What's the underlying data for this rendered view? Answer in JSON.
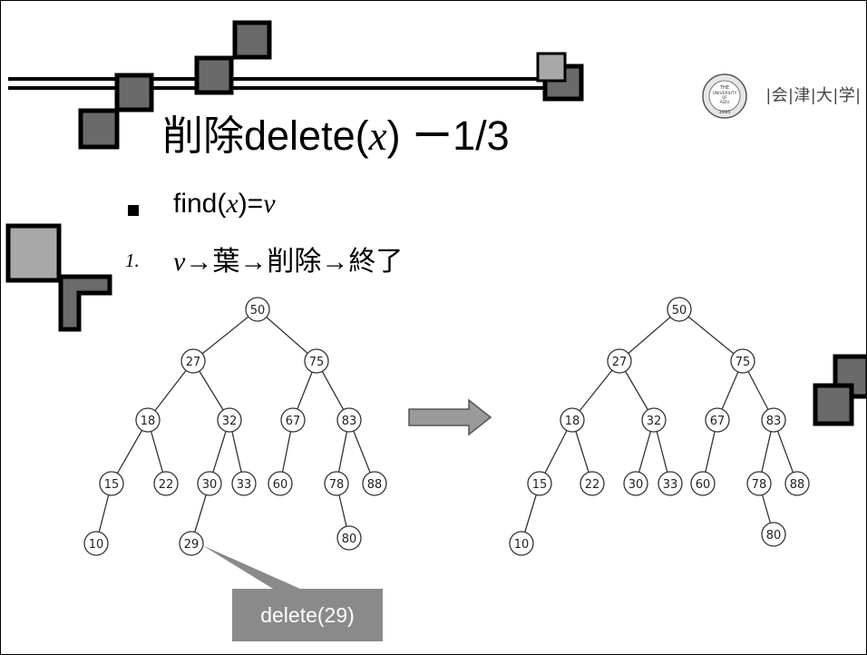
{
  "slide": {
    "title_prefix": "削除delete(",
    "title_var": "x",
    "title_suffix": ") ー1/3",
    "bullet": {
      "find_text": "find(",
      "var_x": "x",
      "eq_text": ")=",
      "var_v": "v"
    },
    "item": {
      "number": "1.",
      "var_v": "v",
      "steps": "→葉→削除→終了"
    },
    "logo": {
      "seal_line1": "THE",
      "seal_line2": "UNIVERSITY",
      "seal_line3": "OF",
      "seal_line4": "AIZU",
      "seal_year": "1993",
      "text": "|会|津|大|学|"
    },
    "callout": "delete(29)"
  },
  "trees": {
    "before": [
      "50",
      "27",
      "75",
      "18",
      "32",
      "67",
      "83",
      "15",
      "22",
      "30",
      "33",
      "60",
      "78",
      "88",
      "10",
      "29",
      "80"
    ],
    "after": [
      "50",
      "27",
      "75",
      "18",
      "32",
      "67",
      "83",
      "15",
      "22",
      "30",
      "33",
      "60",
      "78",
      "88",
      "10",
      "80"
    ]
  }
}
